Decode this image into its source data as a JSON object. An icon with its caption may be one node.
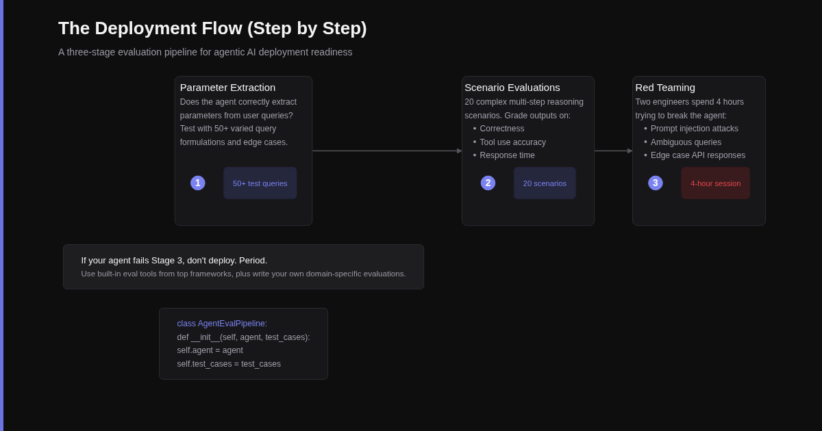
{
  "diagram": {
    "title": "The Deployment Flow (Step by Step)",
    "caption": "A three-stage evaluation pipeline for agentic AI deployment readiness",
    "nodes": [
      {
        "text": [
          "Parameter Extraction",
          "Does the agent correctly extract parameters from user queries?",
          "Test with 50+ varied query formulations and edge cases."
        ]
      },
      {
        "text": [
          "1"
        ],
        "in": 0
      },
      {
        "text": [
          "50+ test queries"
        ],
        "in": 0
      },
      {
        "text": [
          "Scenario Evaluations",
          "20 complex multi-step reasoning scenarios. Grade outputs on:",
          "Correctness",
          "Tool use accuracy",
          "Response time"
        ]
      },
      {
        "text": [
          "2"
        ],
        "in": 3
      },
      {
        "text": [
          "20 scenarios"
        ],
        "in": 3
      },
      {
        "text": [
          "Red Teaming",
          "Two engineers spend 4 hours trying to break the agent:",
          "Prompt injection attacks",
          "Ambiguous queries",
          "Edge case API responses"
        ]
      },
      {
        "text": [
          "3"
        ],
        "in": 6
      },
      {
        "text": [
          "4-hour session"
        ],
        "in": 6
      },
      {
        "text": [
          "If your agent fails Stage 3, don't deploy. Period.",
          "Use built-in eval tools from top frameworks, plus write your own domain-specific evaluations."
        ]
      },
      {
        "text": [
          "class AgentEvalPipeline:",
          "def __init__(self, agent, test_cases):",
          "self.agent = agent",
          "self.test_cases = test_cases"
        ]
      }
    ],
    "edges": [
      {
        "from": 0,
        "to": 3,
        "arrow": "to"
      },
      {
        "from": 3,
        "to": 6,
        "arrow": "to"
      }
    ]
  }
}
